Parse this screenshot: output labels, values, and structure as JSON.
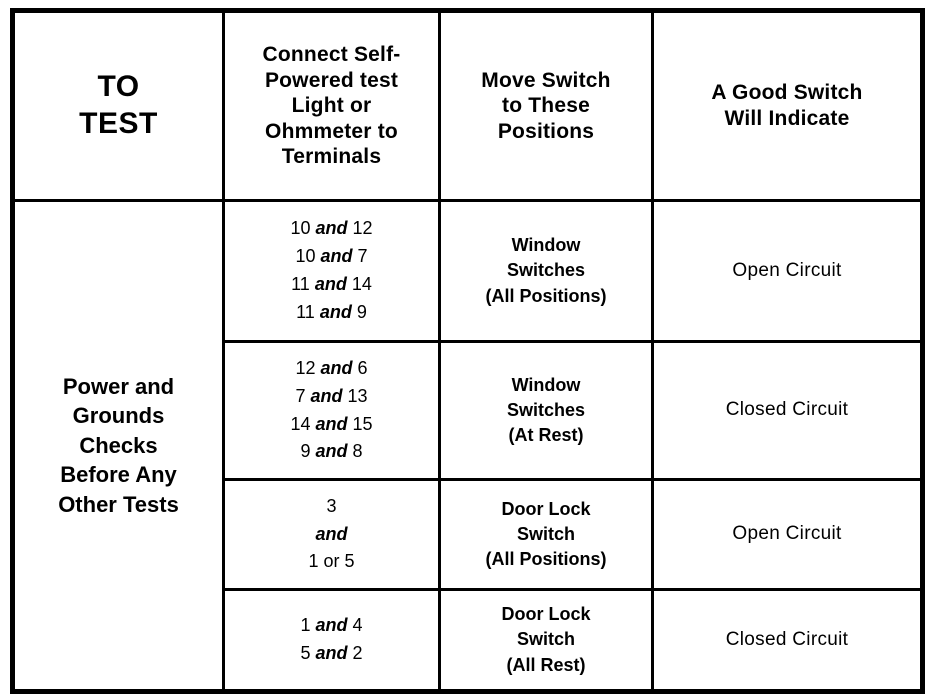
{
  "table": {
    "headers": {
      "to_test": [
        "TO",
        "TEST"
      ],
      "terminals": [
        "Connect Self-",
        "Powered test",
        "Light or",
        "Ohmmeter to",
        "Terminals"
      ],
      "positions": [
        "Move Switch",
        "to These",
        "Positions"
      ],
      "indicate": [
        "A Good Switch",
        "Will Indicate"
      ]
    },
    "row_group_label": [
      "Power and",
      "Grounds",
      "Checks",
      "Before Any",
      "Other Tests"
    ],
    "rows": [
      {
        "terminals": [
          {
            "left": "10",
            "conj": "and",
            "right": "12"
          },
          {
            "left": "10",
            "conj": "and",
            "right": "7"
          },
          {
            "left": "11",
            "conj": "and",
            "right": "14"
          },
          {
            "left": "11",
            "conj": "and",
            "right": "9"
          }
        ],
        "positions": [
          "Window",
          "Switches",
          "(All Positions)"
        ],
        "indicate": "Open Circuit"
      },
      {
        "terminals": [
          {
            "left": "12",
            "conj": "and",
            "right": "6"
          },
          {
            "left": "7",
            "conj": "and",
            "right": "13"
          },
          {
            "left": "14",
            "conj": "and",
            "right": "15"
          },
          {
            "left": "9",
            "conj": "and",
            "right": "8"
          }
        ],
        "positions": [
          "Window",
          "Switches",
          "(At Rest)"
        ],
        "indicate": "Closed Circuit"
      },
      {
        "terminals": [
          {
            "left": "3",
            "conj": "",
            "right": ""
          },
          {
            "left": "",
            "conj": "and",
            "right": ""
          },
          {
            "left": "1 or 5",
            "conj": "",
            "right": ""
          }
        ],
        "positions": [
          "Door Lock",
          "Switch",
          "(All Positions)"
        ],
        "indicate": "Open Circuit"
      },
      {
        "terminals": [
          {
            "left": "1",
            "conj": "and",
            "right": "4"
          },
          {
            "left": "5",
            "conj": "and",
            "right": "2"
          }
        ],
        "positions": [
          "Door Lock",
          "Switch",
          "(All Rest)"
        ],
        "indicate": "Closed Circuit"
      }
    ]
  },
  "colors": {
    "ink": "#000000",
    "paper": "#ffffff"
  }
}
